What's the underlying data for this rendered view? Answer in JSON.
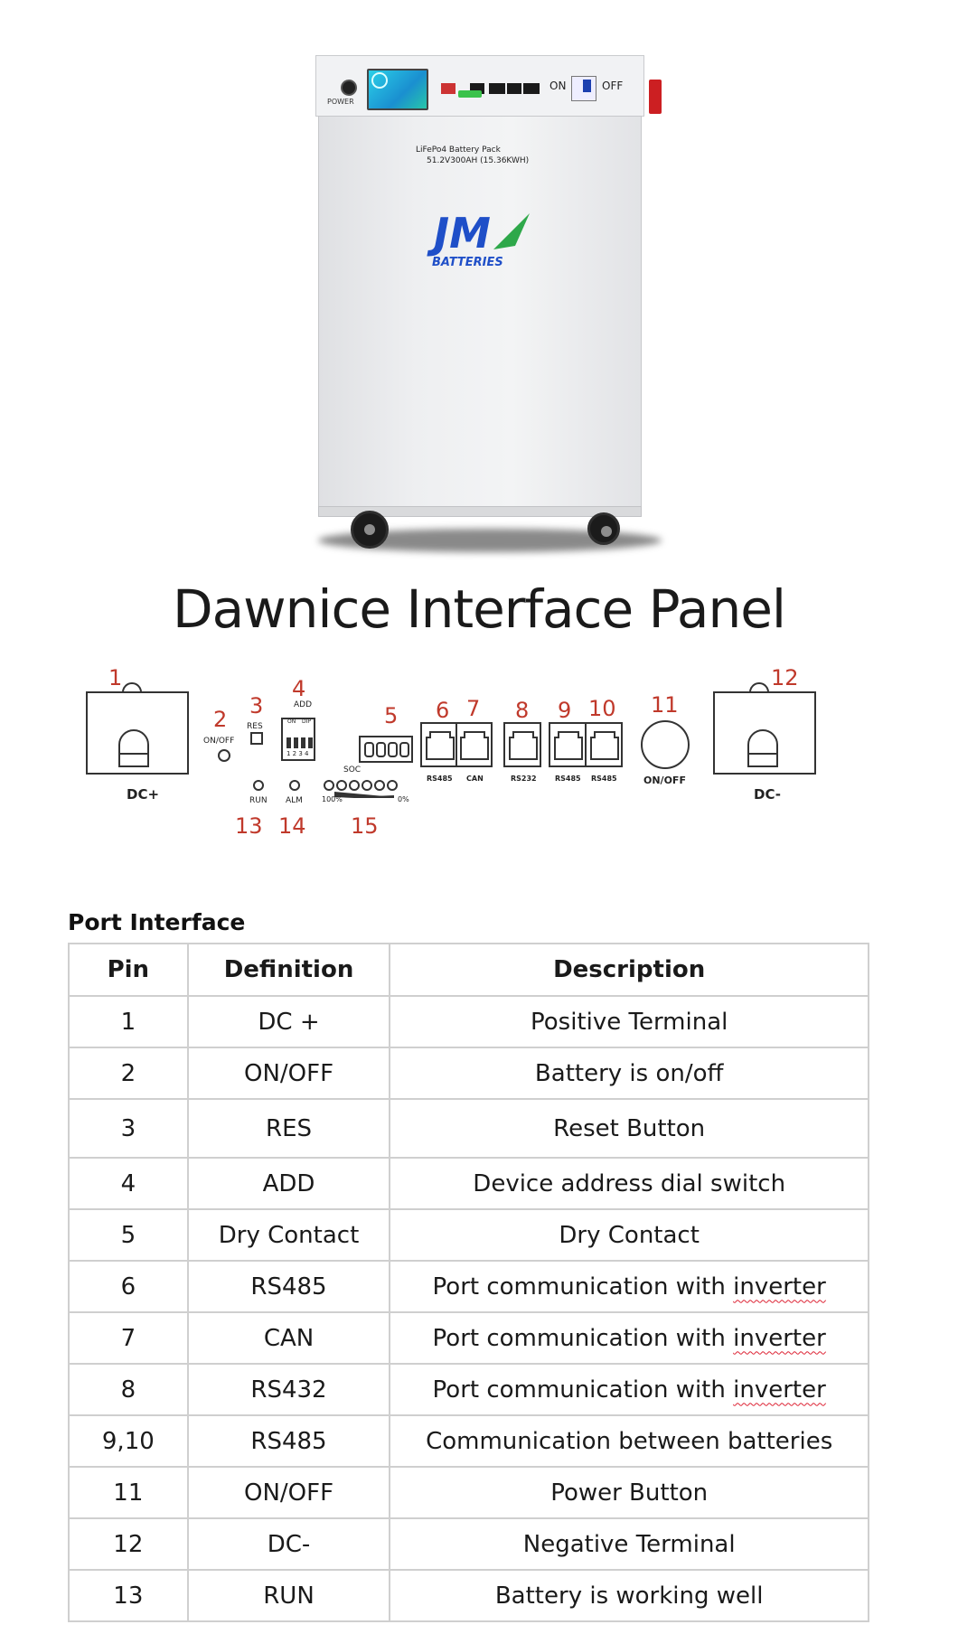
{
  "product": {
    "power_label": "POWER",
    "on_label": "ON",
    "off_label": "OFF",
    "label_line1": "LiFePo4 Battery Pack",
    "label_line2": "51.2V300AH  (15.36KWH)",
    "brand_logo": "JM",
    "brand_name": "BATTERIES"
  },
  "panel": {
    "title": "Dawnice Interface Panel",
    "callouts": [
      "1",
      "2",
      "3",
      "4",
      "5",
      "6",
      "7",
      "8",
      "9",
      "10",
      "11",
      "12",
      "13",
      "14",
      "15"
    ],
    "labels": {
      "dc_plus": "DC+",
      "dc_minus": "DC-",
      "on_off": "ON/OFF",
      "res": "RES",
      "add": "ADD",
      "dip_on": "ON",
      "dip_dip": "DIP",
      "dip_nums": "1 2 3 4",
      "soc": "SOC",
      "soc_100": "100%",
      "soc_0": "0%",
      "run": "RUN",
      "alm": "ALM",
      "rs485_a": "RS485",
      "can": "CAN",
      "rs232": "RS232",
      "rs485_b": "RS485",
      "rs485_c": "RS485",
      "on_off_btn": "ON/OFF"
    }
  },
  "port_table": {
    "title": "Port Interface",
    "headers": [
      "Pin",
      "Definition",
      "Description"
    ],
    "rows": [
      {
        "pin": "1",
        "def": "DC +",
        "desc": "Positive Terminal"
      },
      {
        "pin": "2",
        "def": "ON/OFF",
        "desc": "Battery is on/off"
      },
      {
        "pin": "3",
        "def": "RES",
        "desc": "Reset Button"
      },
      {
        "pin": "4",
        "def": "ADD",
        "desc": "Device address dial switch"
      },
      {
        "pin": "5",
        "def": "Dry Contact",
        "desc": "Dry Contact"
      },
      {
        "pin": "6",
        "def": "RS485",
        "desc": "Port communication with inverter"
      },
      {
        "pin": "7",
        "def": "CAN",
        "desc": "Port communication with inverter"
      },
      {
        "pin": "8",
        "def": "RS432",
        "desc": "Port communication with inverter"
      },
      {
        "pin": "9,10",
        "def": "RS485",
        "desc": "Communication between batteries"
      },
      {
        "pin": "11",
        "def": "ON/OFF",
        "desc": "Power Button"
      },
      {
        "pin": "12",
        "def": "DC-",
        "desc": "Negative Terminal"
      },
      {
        "pin": "13",
        "def": "RUN",
        "desc": "Battery is working well"
      }
    ]
  },
  "colors": {
    "callout_red": "#c0392b",
    "handle_red": "#cc1f22",
    "logo_blue": "#1f4fc8",
    "logo_green": "#2ea84a"
  }
}
